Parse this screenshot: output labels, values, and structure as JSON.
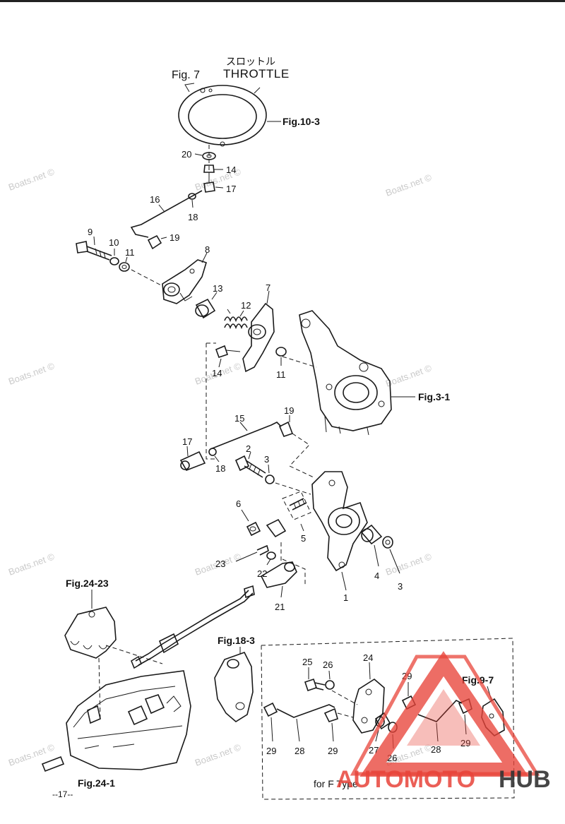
{
  "header": {
    "title_jp": "スロットル",
    "fig_label": "Fig. 7",
    "title": "THROTTLE"
  },
  "refs": {
    "fig10_3": "Fig.10-3",
    "fig3_1": "Fig.3-1",
    "fig24_23": "Fig.24-23",
    "fig18_3": "Fig.18-3",
    "fig9_7": "Fig.9-7",
    "fig24_1": "Fig.24-1"
  },
  "callouts": {
    "p20": "20",
    "p14a": "14",
    "p17a": "17",
    "p16": "16",
    "p18a": "18",
    "p9": "9",
    "p19a": "19",
    "p10": "10",
    "p11a": "11",
    "p8": "8",
    "p13": "13",
    "p7": "7",
    "p12": "12",
    "p14b": "14",
    "p11b": "11",
    "p15": "15",
    "p19b": "19",
    "p17b": "17",
    "p2": "2",
    "p18b": "18",
    "p3a": "3",
    "p6": "6",
    "p5": "5",
    "p23": "23",
    "p22": "22",
    "p4": "4",
    "p3b": "3",
    "p1": "1",
    "p21": "21",
    "p25": "25",
    "p26a": "26",
    "p24": "24",
    "p29a": "29",
    "p29b": "29",
    "p28a": "28",
    "p29c": "29",
    "p27": "27",
    "p26b": "26",
    "p28b": "28",
    "p29d": "29"
  },
  "inset_label": "for F Type",
  "page_number": "--17--",
  "watermark": "Boats.net ©",
  "logo": {
    "part1": "AUTOMOTO",
    "part2": "HUB",
    "colors": {
      "red": "#e8443a",
      "dark": "#333333"
    }
  }
}
